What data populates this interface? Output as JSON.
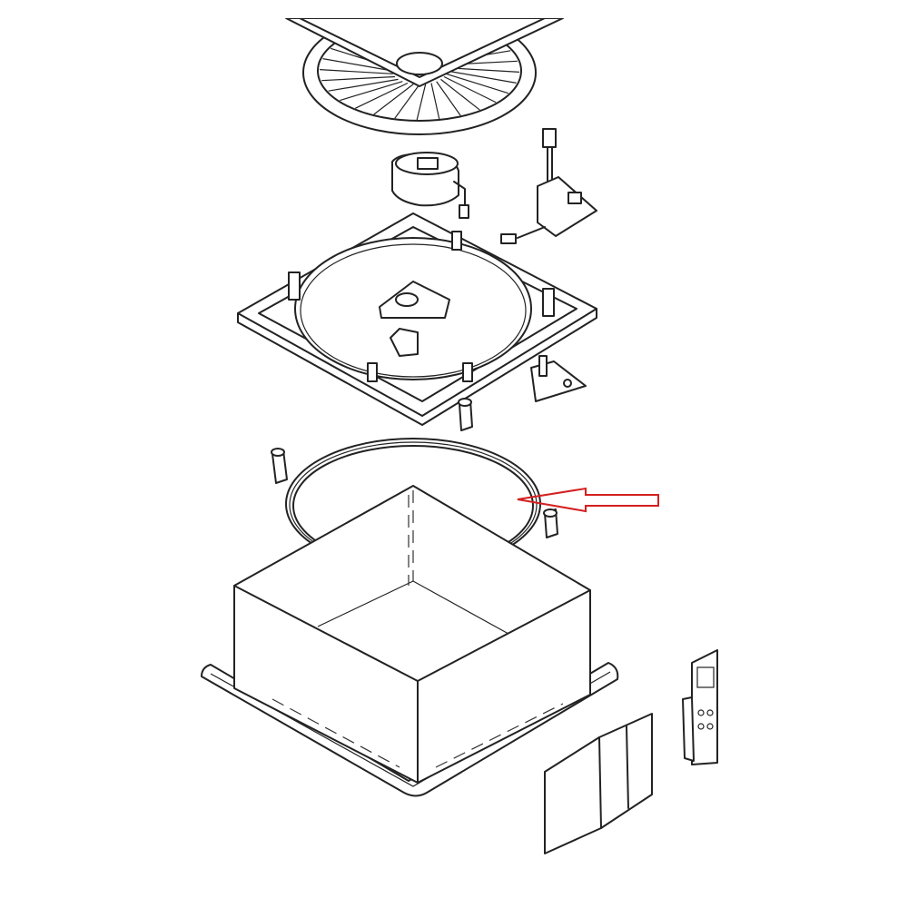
{
  "diagram": {
    "type": "exploded parts diagram",
    "parts": [
      "fan-blade",
      "motor",
      "control-board",
      "mounting-frame",
      "bracket",
      "sealing-ring",
      "clips",
      "garnish-box",
      "filter-bag",
      "remote-control"
    ],
    "highlight": {
      "part": "sealing-ring",
      "indicator": "arrow",
      "color": "#d42020"
    }
  },
  "colors": {
    "line": "#222222",
    "background": "#ffffff",
    "arrow": "#d42020"
  }
}
